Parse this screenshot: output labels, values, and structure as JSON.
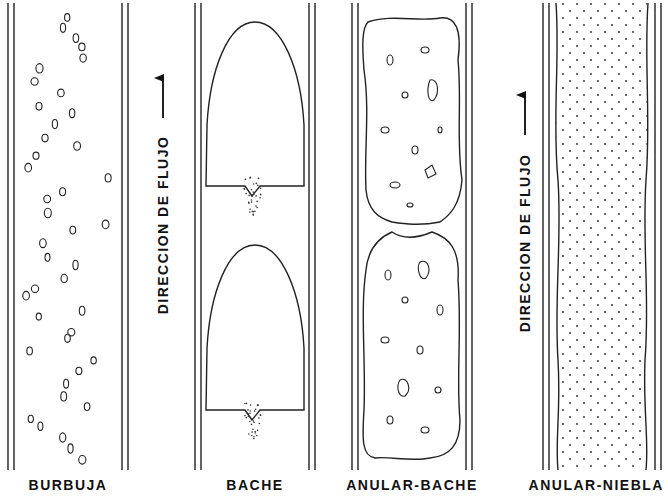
{
  "diagram": {
    "labels": [
      "BURBUJA",
      "BACHE",
      "ANULAR-BACHE",
      "ANULAR-NIEBLA",
      "DIRECCION DE FLUJO",
      "DIRECCION DE FLUJO"
    ]
  }
}
